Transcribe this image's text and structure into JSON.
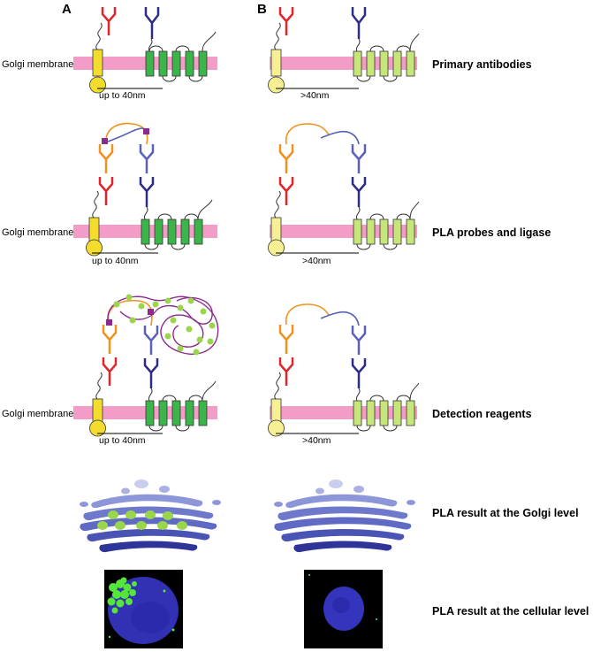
{
  "columns": {
    "a": "A",
    "b": "B"
  },
  "membrane_label": "Golgi membrane",
  "distance": {
    "close": "up to 40nm",
    "far": ">40nm"
  },
  "steps": [
    "Primary antibodies",
    "PLA probes and ligase",
    "Detection reagents",
    "PLA result at the Golgi level",
    "PLA result at the cellular level"
  ],
  "colors": {
    "membrane": "#f49cc8",
    "protein_a_green": "#3bb44a",
    "protein_b_green": "#c7e67a",
    "anchor_a_yellow": "#f2dc2e",
    "anchor_b_yellow": "#f7ef93",
    "antibody_red": "#e0262b",
    "antibody_navy": "#2e2c86",
    "antibody_orange": "#f1911e",
    "antibody_blue": "#5a62b8",
    "oligo_purple": "#8b2b8e",
    "rca_dot_green": "#9ad64c",
    "golgi_blue": "#5766c6",
    "nucleus_blue": "#3b3ad2",
    "signal_green": "#56e63a"
  }
}
